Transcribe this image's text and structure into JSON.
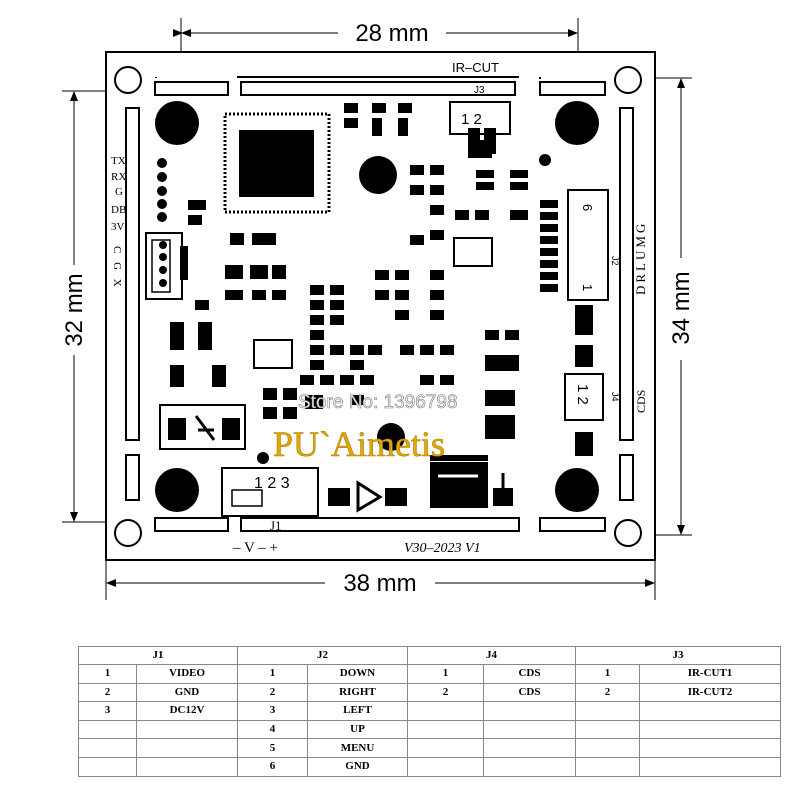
{
  "dimensions": {
    "top_width": "28 mm",
    "left_height": "32 mm",
    "right_height": "34 mm",
    "bottom_width": "38 mm"
  },
  "board": {
    "connectors": {
      "j1": {
        "label": "J1",
        "pins": "1 2 3",
        "signals": "– V – +"
      },
      "j2": {
        "label": "J2",
        "pin_high": "6",
        "pin_low": "1",
        "legend": "DRLUMG"
      },
      "j3": {
        "label": "J3",
        "title": "IR–CUT",
        "pins": "1 2"
      },
      "j4": {
        "label": "J4",
        "title": "CDS",
        "pins": "1 2"
      }
    },
    "left_header": {
      "labels": [
        "TX",
        "RX",
        "G",
        "DB",
        "3V"
      ],
      "rotated": "C G X"
    },
    "version": "V30–2023  V1"
  },
  "watermarks": {
    "store": "Store No: 1396798",
    "brand": "PU`Aimetis"
  },
  "pin_table": {
    "headers": [
      "J1",
      "J2",
      "J4",
      "J3"
    ],
    "rows": [
      [
        "1",
        "VIDEO",
        "1",
        "DOWN",
        "1",
        "CDS",
        "1",
        "IR-CUT1"
      ],
      [
        "2",
        "GND",
        "2",
        "RIGHT",
        "2",
        "CDS",
        "2",
        "IR-CUT2"
      ],
      [
        "3",
        "DC12V",
        "3",
        "LEFT",
        "",
        "",
        "",
        ""
      ],
      [
        "",
        "",
        "4",
        "UP",
        "",
        "",
        "",
        ""
      ],
      [
        "",
        "",
        "5",
        "MENU",
        "",
        "",
        "",
        ""
      ],
      [
        "",
        "",
        "6",
        "GND",
        "",
        "",
        "",
        ""
      ]
    ]
  }
}
